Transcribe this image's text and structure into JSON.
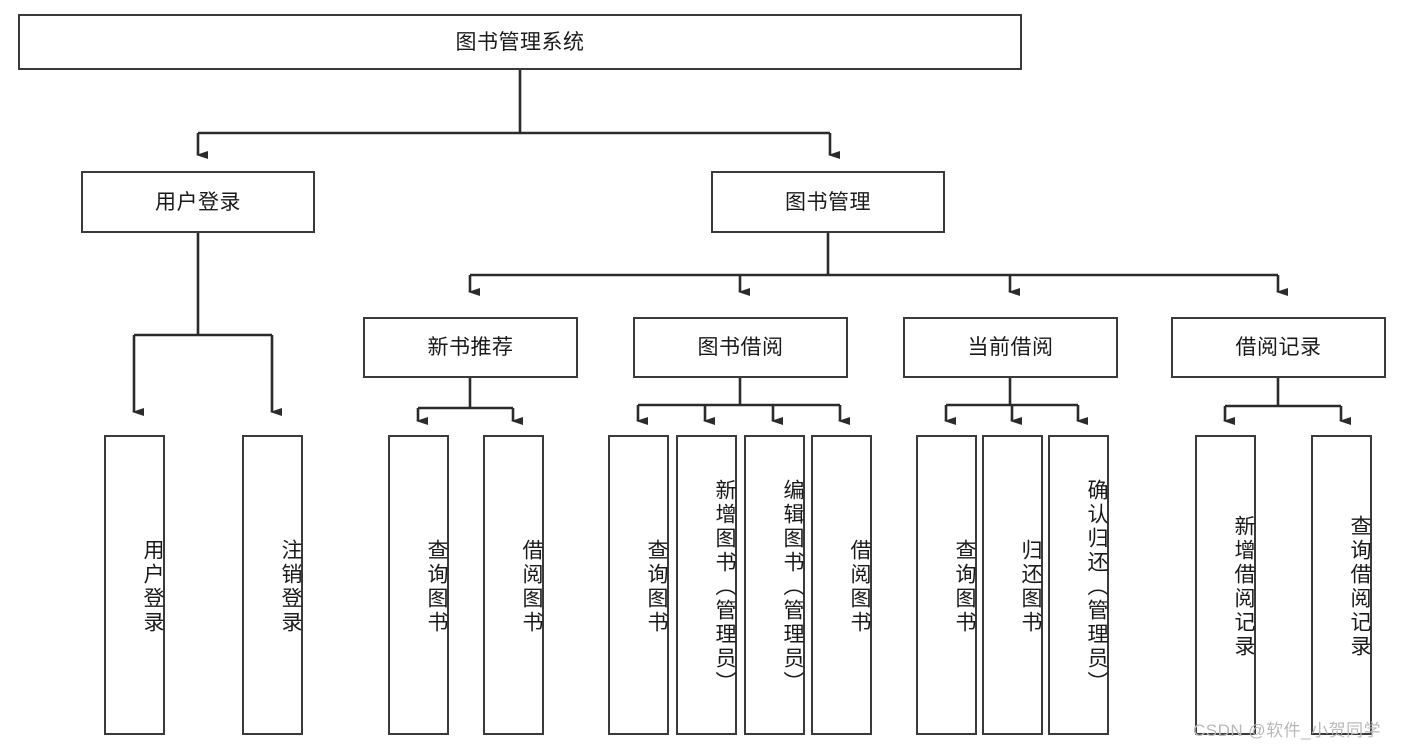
{
  "diagram": {
    "title": "图书管理系统",
    "type": "tree-hierarchy",
    "watermark": "CSDN @软件_小贺同学",
    "colors": {
      "box_border": "#3a3a3a",
      "box_fill": "#ffffff",
      "connector": "#2b2b2b",
      "text": "#1a1a1a",
      "watermark": "#b9b9b9",
      "background": "#ffffff"
    },
    "root": {
      "label": "图书管理系统"
    },
    "level2": [
      {
        "id": "user-login",
        "label": "用户登录"
      },
      {
        "id": "book-management",
        "label": "图书管理"
      }
    ],
    "level3": [
      {
        "id": "new-book-recommend",
        "label": "新书推荐"
      },
      {
        "id": "book-borrow",
        "label": "图书借阅"
      },
      {
        "id": "current-borrow",
        "label": "当前借阅"
      },
      {
        "id": "borrow-record",
        "label": "借阅记录"
      }
    ],
    "leaves": {
      "user_login": [
        {
          "id": "leaf-user-login",
          "label": "用户登录"
        },
        {
          "id": "leaf-logout-login",
          "label": "注销登录"
        }
      ],
      "new_book_recommend": [
        {
          "id": "leaf-query-book-1",
          "label": "查询图书"
        },
        {
          "id": "leaf-borrow-book-1",
          "label": "借阅图书"
        }
      ],
      "book_borrow": [
        {
          "id": "leaf-query-book-2",
          "label": "查询图书"
        },
        {
          "id": "leaf-add-book",
          "label": "新增图书（管理员）"
        },
        {
          "id": "leaf-edit-book",
          "label": "编辑图书（管理员）"
        },
        {
          "id": "leaf-borrow-book-2",
          "label": "借阅图书"
        }
      ],
      "current_borrow": [
        {
          "id": "leaf-query-book-3",
          "label": "查询图书"
        },
        {
          "id": "leaf-return-book",
          "label": "归还图书"
        },
        {
          "id": "leaf-confirm-return",
          "label": "确认归还（管理员）"
        }
      ],
      "borrow_record": [
        {
          "id": "leaf-add-record",
          "label": "新增借阅记录"
        },
        {
          "id": "leaf-query-record",
          "label": "查询借阅记录"
        }
      ]
    }
  }
}
